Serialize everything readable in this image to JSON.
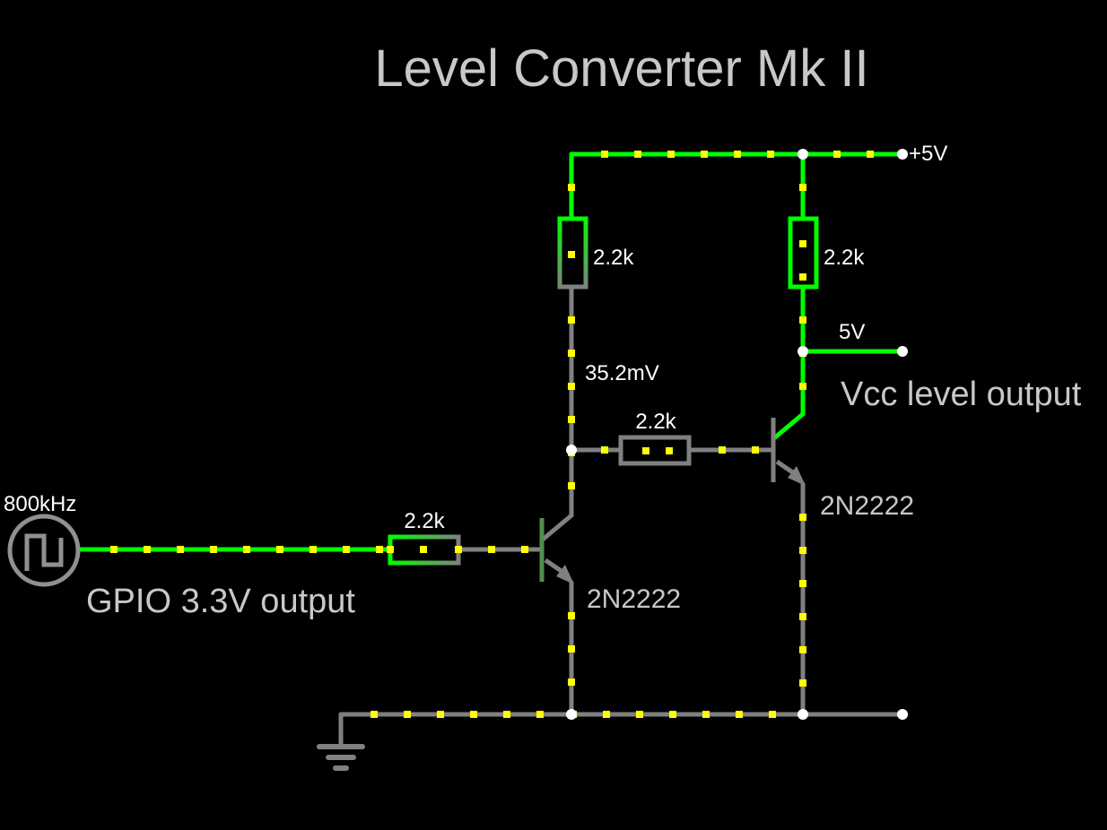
{
  "title": "Level Converter Mk II",
  "colors": {
    "background": "#000000",
    "wire_high": "#00ff00",
    "wire_low": "#808080",
    "resistor_mixed": "#6f9f6f",
    "current_dot": "#ffff00",
    "node": "#ffffff",
    "label": "#ffffff",
    "caption": "#c8c8c8"
  },
  "source": {
    "frequency": "800kHz",
    "caption": "GPIO 3.3V output"
  },
  "supply": {
    "label": "+5V"
  },
  "resistors": {
    "r1": {
      "value": "2.2k"
    },
    "r2": {
      "value": "2.2k"
    },
    "r3": {
      "value": "2.2k"
    },
    "r4": {
      "value": "2.2k"
    }
  },
  "transistors": {
    "q1": {
      "part": "2N2222"
    },
    "q2": {
      "part": "2N2222"
    }
  },
  "probes": {
    "collector_q1": "35.2mV",
    "output_voltage": "5V"
  },
  "output": {
    "caption": "Vcc level output"
  },
  "ground": {
    "icon": "ground-icon"
  }
}
